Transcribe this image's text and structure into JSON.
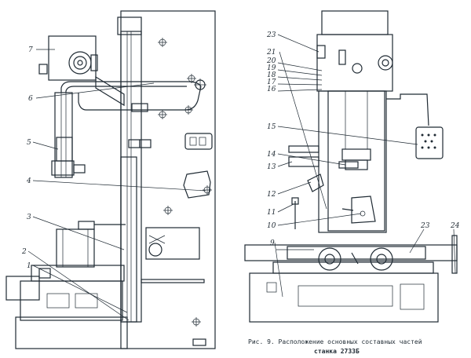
{
  "left_view_callouts": [
    "7",
    "6",
    "5",
    "4",
    "3",
    "2",
    "1"
  ],
  "right_view_callouts": [
    "23",
    "21",
    "20",
    "19",
    "18",
    "17",
    "16",
    "15",
    "14",
    "13",
    "12",
    "11",
    "10",
    "9",
    "23",
    "24"
  ],
  "caption": {
    "line1": "Рис. 9. Расположение основных составных частей",
    "line2": "станка 2733Б"
  }
}
